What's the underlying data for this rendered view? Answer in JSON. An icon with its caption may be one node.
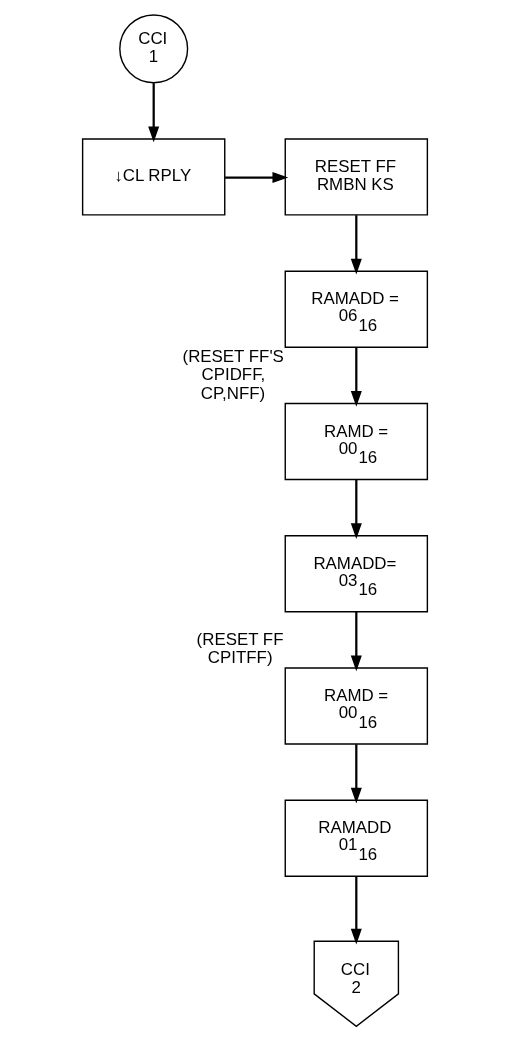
{
  "diagram": {
    "nodes": [
      {
        "text": [
          "CCI",
          "1"
        ]
      },
      {
        "text": [
          "↓CL RPLY"
        ]
      },
      {
        "text": [
          "RESET FF",
          "RMBN KS"
        ]
      },
      {
        "text": [
          "RAMADD =",
          "06$_{16}$"
        ]
      },
      {
        "text": [
          "RAMD =",
          "00$_{16}$"
        ],
        "beside": [
          "(RESET FF'S CPIDFF, CP,NFF)"
        ]
      },
      {
        "text": [
          "RAMADD=",
          "03$_{16}$"
        ]
      },
      {
        "text": [
          "RAMD =",
          "00$_{16}$"
        ],
        "beside": [
          "(RESET FF CPITFF)"
        ]
      },
      {
        "text": [
          "RAMADD",
          "01$_{16}$"
        ]
      },
      {
        "text": [
          "CCI",
          "2"
        ]
      }
    ],
    "edges": [
      {
        "from": 0,
        "to": 1,
        "arrow": "to"
      },
      {
        "from": 1,
        "to": 2,
        "arrow": "to"
      },
      {
        "from": 2,
        "to": 3,
        "arrow": "to"
      },
      {
        "from": 3,
        "to": 4,
        "arrow": "to"
      },
      {
        "from": 4,
        "to": 5,
        "arrow": "to"
      },
      {
        "from": 5,
        "to": 6,
        "arrow": "to"
      },
      {
        "from": 6,
        "to": 7,
        "arrow": "to"
      },
      {
        "from": 7,
        "to": 8,
        "arrow": "to"
      }
    ]
  }
}
